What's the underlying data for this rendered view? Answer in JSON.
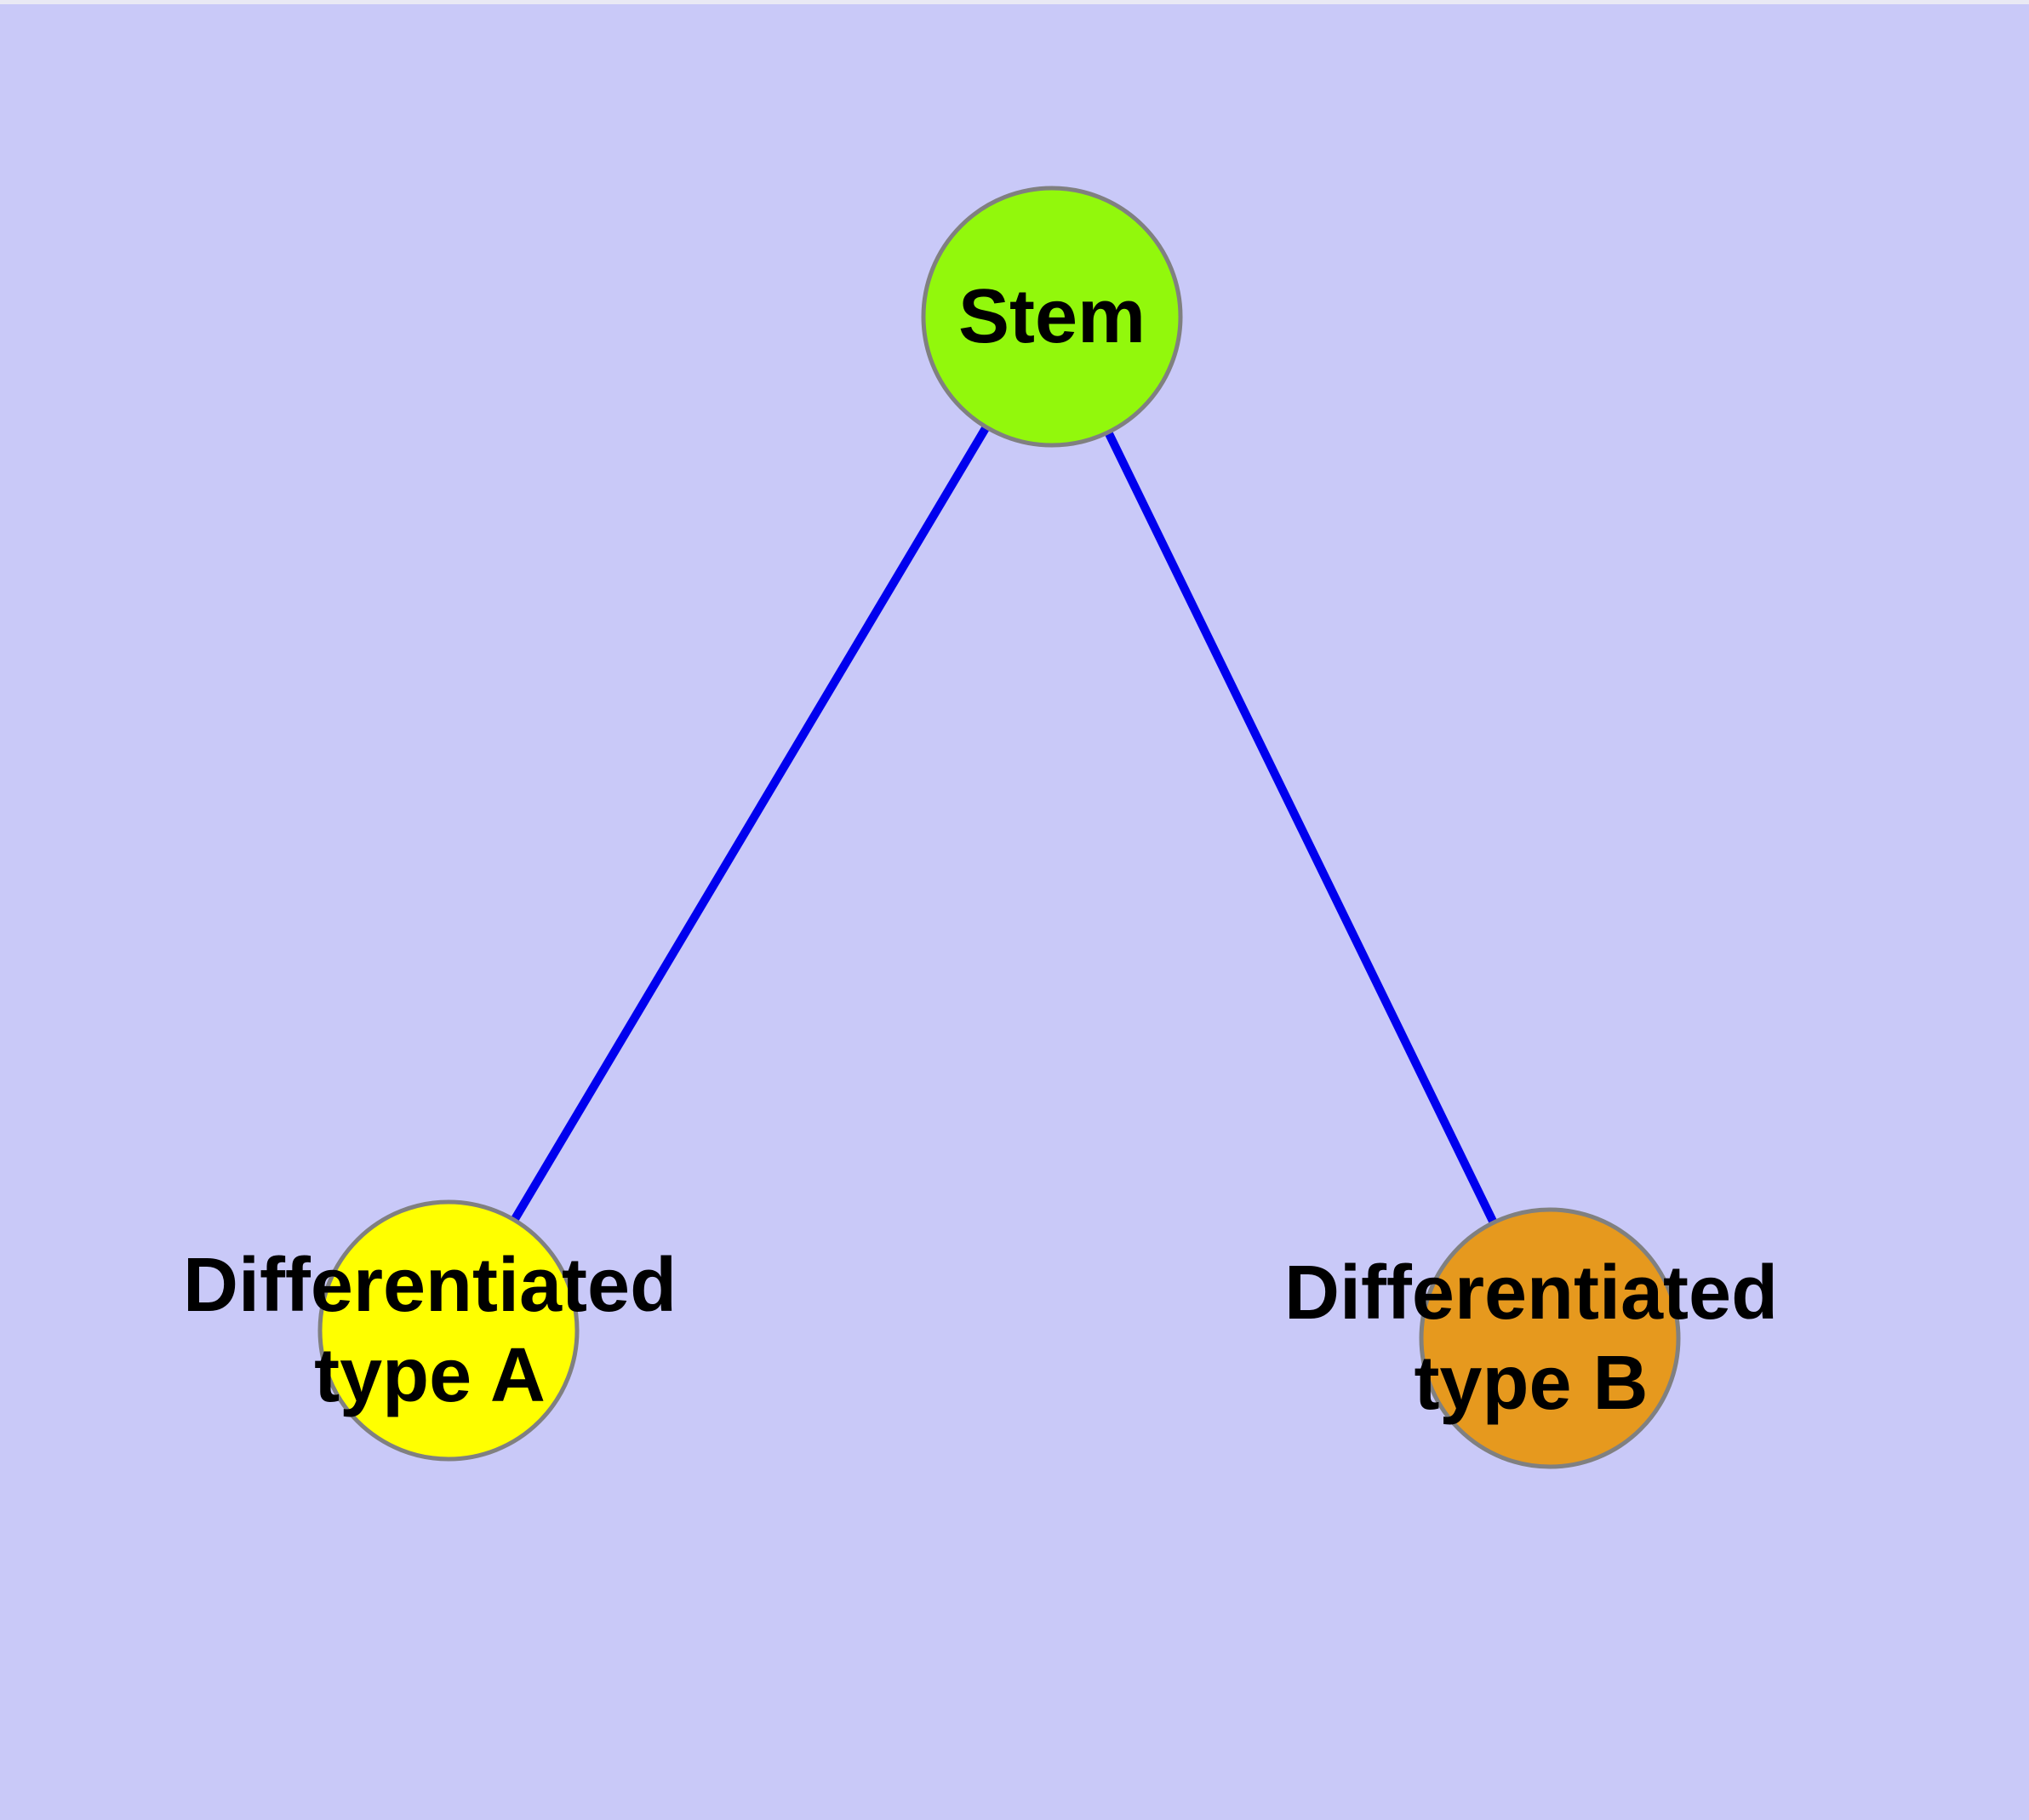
{
  "diagram": {
    "background_color": "#C9C9F8",
    "top_edge_strip_color": "#E9E9F4",
    "edge_color": "#0000EE",
    "node_border_color": "#808080",
    "label_color": "#000000",
    "nodes": [
      {
        "id": "stem",
        "label": "Stem",
        "lines": [
          "Stem"
        ],
        "fill_color": "#92F80C"
      },
      {
        "id": "differentiated-type-a",
        "label": "Differentiated type A",
        "lines": [
          "Differentiated",
          "type A"
        ],
        "fill_color": "#FFFF00"
      },
      {
        "id": "differentiated-type-b",
        "label": "Differentiated type B",
        "lines": [
          "Differentiated",
          "type B"
        ],
        "fill_color": "#E6991E"
      }
    ],
    "edges": [
      {
        "from": "Stem",
        "to": "Differentiated type A"
      },
      {
        "from": "Stem",
        "to": "Differentiated type B"
      }
    ]
  }
}
